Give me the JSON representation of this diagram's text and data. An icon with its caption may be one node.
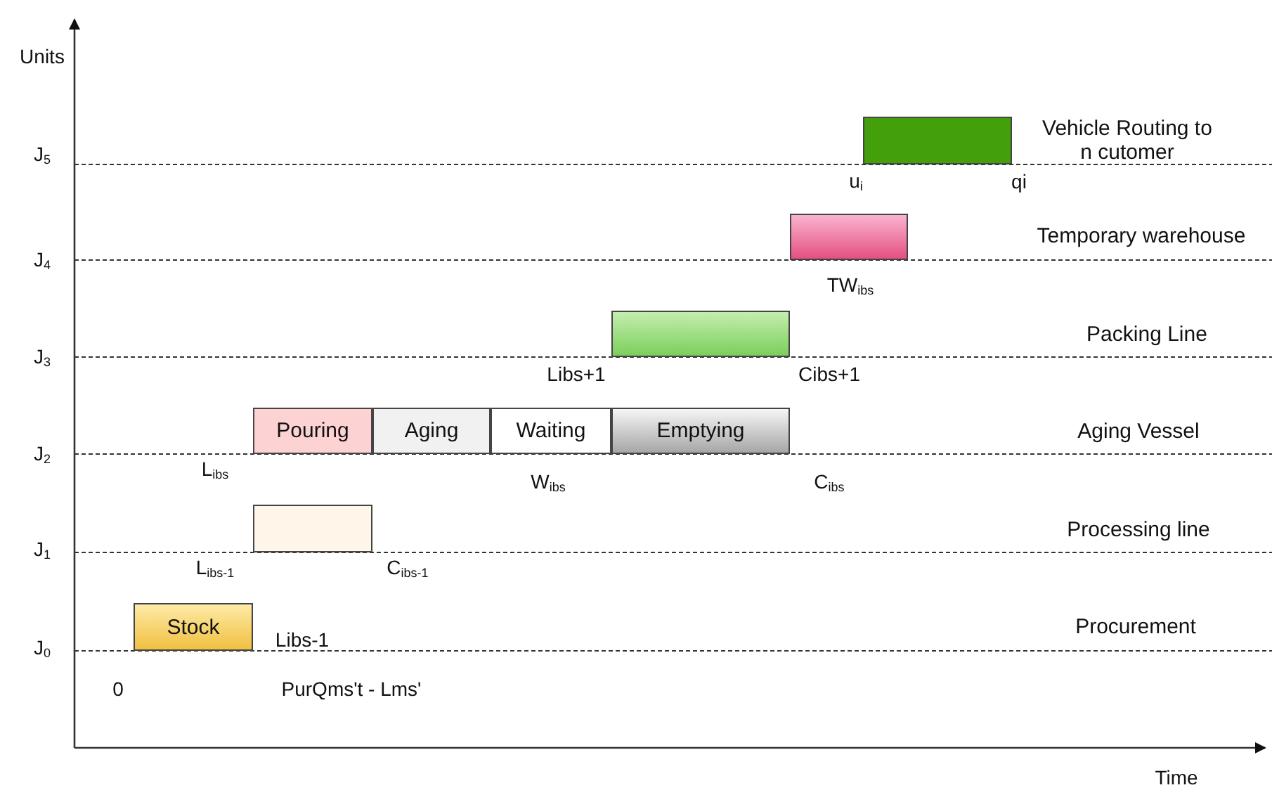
{
  "diagram": {
    "nodes": [
      {
        "text": [],
        "shape": "bar"
      },
      {
        "text": [],
        "shape": "bar"
      },
      {
        "text": [],
        "shape": "bar"
      },
      {
        "text": [
          "Pouring"
        ]
      },
      {
        "text": [
          "Aging"
        ]
      },
      {
        "text": [
          "Waiting"
        ]
      },
      {
        "text": [
          "Emptying"
        ]
      },
      {
        "text": [],
        "shape": "bar"
      },
      {
        "text": [
          "Stock"
        ]
      }
    ],
    "edges": [],
    "labels": [
      "Units",
      "J$_{5}$",
      "Vehicle Routing to n cutomer",
      "u$_{i}$",
      "qi",
      "J$_{4}$",
      "Temporary warehouse",
      "TW$_{ibs}$",
      "J$_{3}$",
      "Packing Line",
      "Libs+1",
      "Cibs+1",
      "J$_{2}$",
      "Aging Vessel",
      "L$_{ibs}$",
      "W$_{ibs}$",
      "C$_{ibs}$",
      "J$_{1}$",
      "Processing line",
      "L$_{ibs-1}$",
      "C$_{ibs-1}$",
      "J$_{0}$",
      "Procurement",
      "Libs-1",
      "0",
      "PurQms't - Lms'",
      "Time"
    ]
  }
}
